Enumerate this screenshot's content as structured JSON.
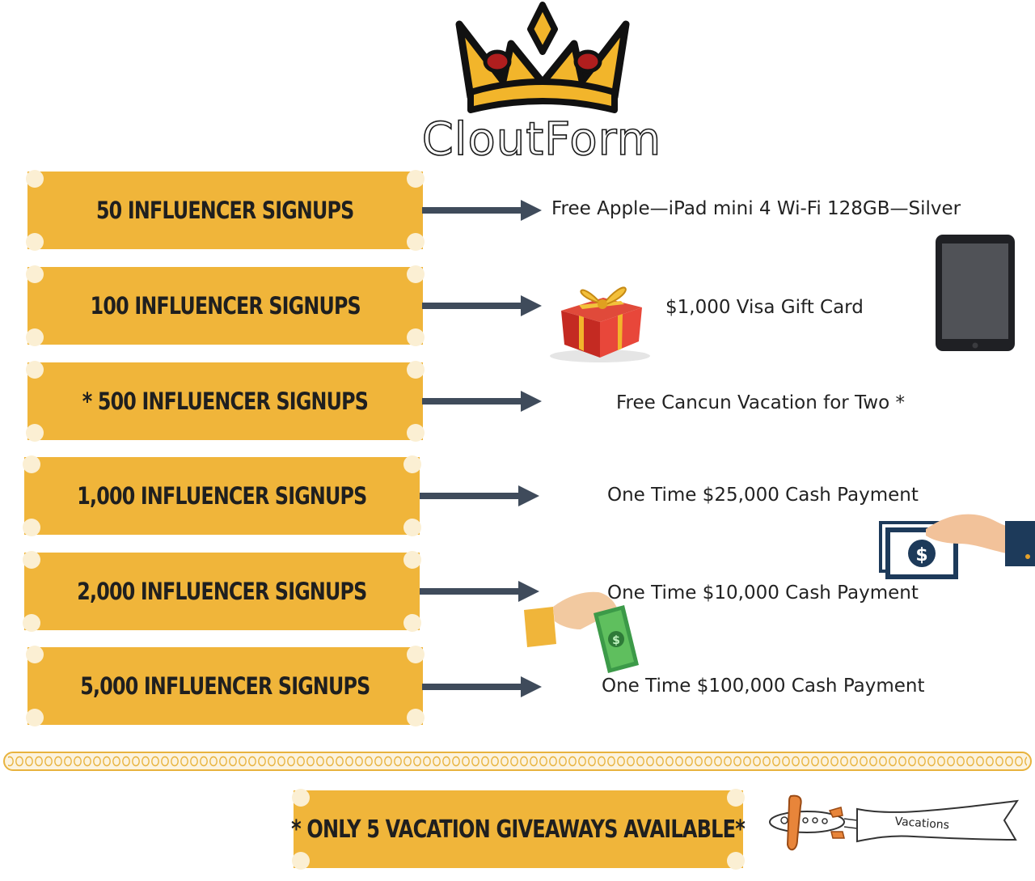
{
  "brand": {
    "name": "CloutForm",
    "logo_icon": "crown-icon"
  },
  "tiers": [
    {
      "label": "50 INFLUENCER SIGNUPS",
      "reward": "Free Apple—iPad mini 4 Wi-Fi 128GB—Silver"
    },
    {
      "label": "100 INFLUENCER SIGNUPS",
      "reward": "$1,000 Visa Gift Card"
    },
    {
      "label": "* 500 INFLUENCER SIGNUPS",
      "reward": "Free Cancun Vacation for Two *"
    },
    {
      "label": "1,000 INFLUENCER SIGNUPS",
      "reward": "One Time $25,000 Cash Payment"
    },
    {
      "label": "2,000 INFLUENCER SIGNUPS",
      "reward": "One Time $10,000 Cash Payment"
    },
    {
      "label": "5,000 INFLUENCER SIGNUPS",
      "reward": "One Time $100,000 Cash Payment"
    }
  ],
  "note": "* ONLY 5 VACATION GIVEAWAYS AVAILABLE*",
  "banner": {
    "text": "Vacations"
  },
  "illustrations": [
    "gift-box-icon",
    "tablet-icon",
    "cash-hand-icon",
    "small-cash-hand-icon",
    "airplane-icon"
  ],
  "colors": {
    "accent": "#F0B53A",
    "dot": "#FBEFD3",
    "arrow": "#3F4B5B",
    "text": "#222222"
  }
}
